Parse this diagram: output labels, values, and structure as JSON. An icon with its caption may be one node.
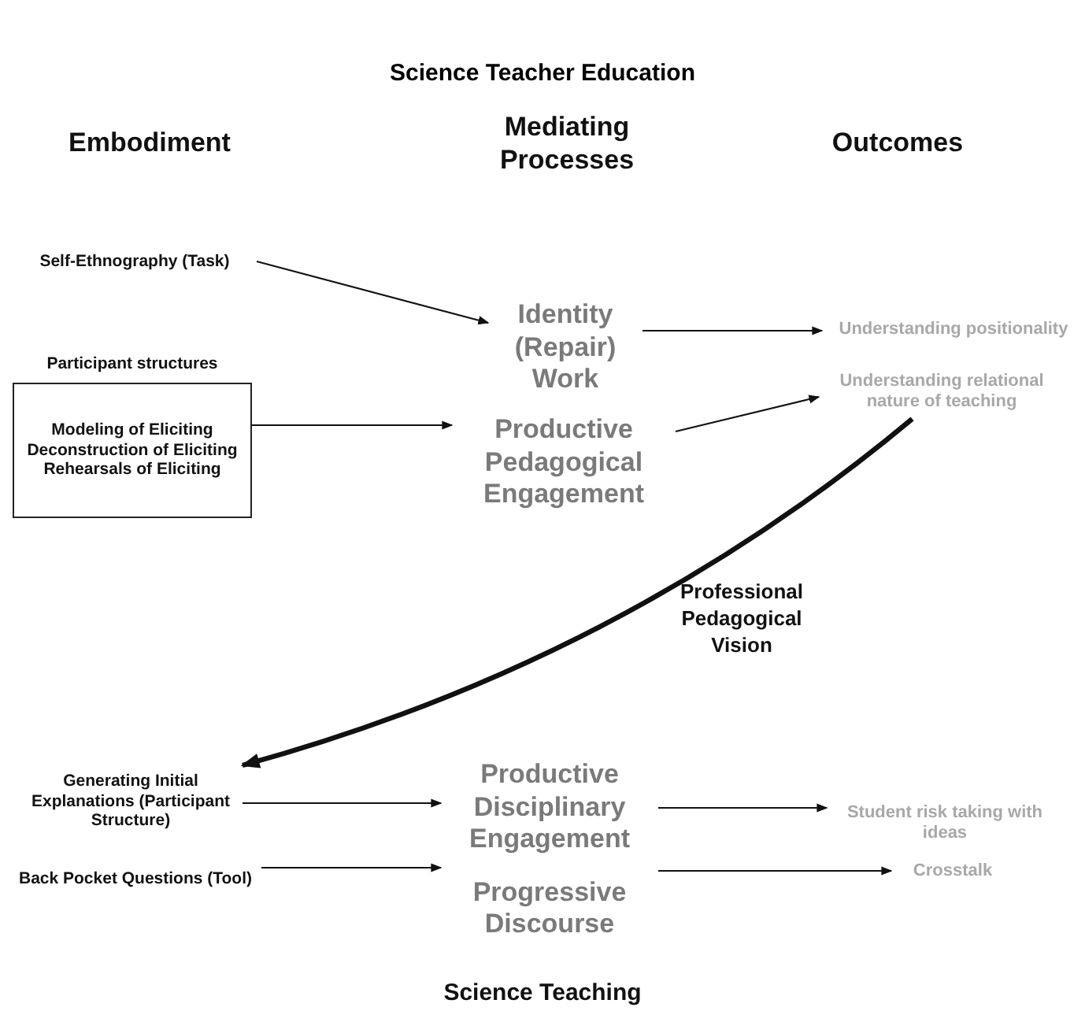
{
  "diagram": {
    "title": "Science Teacher Education",
    "nodes": [
      {
        "text": [
          "Self-Ethnography (Task)"
        ]
      },
      {
        "text": [
          "Participant structures",
          "Modeling of Eliciting Deconstruction of Eliciting Rehearsals of Eliciting"
        ]
      },
      {
        "text": [
          "Identity (Repair) Work"
        ]
      },
      {
        "text": [
          "Productive Pedagogical Engagement"
        ]
      },
      {
        "text": [
          "Understanding positionality"
        ]
      },
      {
        "text": [
          "Understanding relational nature of teaching"
        ]
      },
      {
        "text": [
          "Generating Initial Explanations (Participant Structure)"
        ]
      },
      {
        "text": [
          "Back Pocket Questions (Tool)"
        ]
      },
      {
        "text": [
          "Productive Disciplinary Engagement"
        ]
      },
      {
        "text": [
          "Progressive Discourse"
        ]
      },
      {
        "text": [
          "Student risk taking with ideas"
        ]
      },
      {
        "text": [
          "Crosstalk"
        ]
      }
    ],
    "edges": [
      {
        "from": 0,
        "to": 2,
        "arrow": "to"
      },
      {
        "from": 1,
        "to": 3,
        "arrow": "to"
      },
      {
        "from": 2,
        "to": 4,
        "arrow": "to"
      },
      {
        "from": 3,
        "to": 5,
        "arrow": "to"
      },
      {
        "from": 5,
        "to": 6,
        "arrow": "to",
        "label": "Professional Pedagogical Vision",
        "style": "thick"
      },
      {
        "from": 6,
        "to": 8,
        "arrow": "to"
      },
      {
        "from": 7,
        "to": 9,
        "arrow": "to"
      },
      {
        "from": 8,
        "to": 10,
        "arrow": "to"
      },
      {
        "from": 9,
        "to": 11,
        "arrow": "to"
      }
    ],
    "labels": [
      "Embodiment",
      "Mediating Processes",
      "Outcomes",
      "Science Teaching"
    ]
  }
}
